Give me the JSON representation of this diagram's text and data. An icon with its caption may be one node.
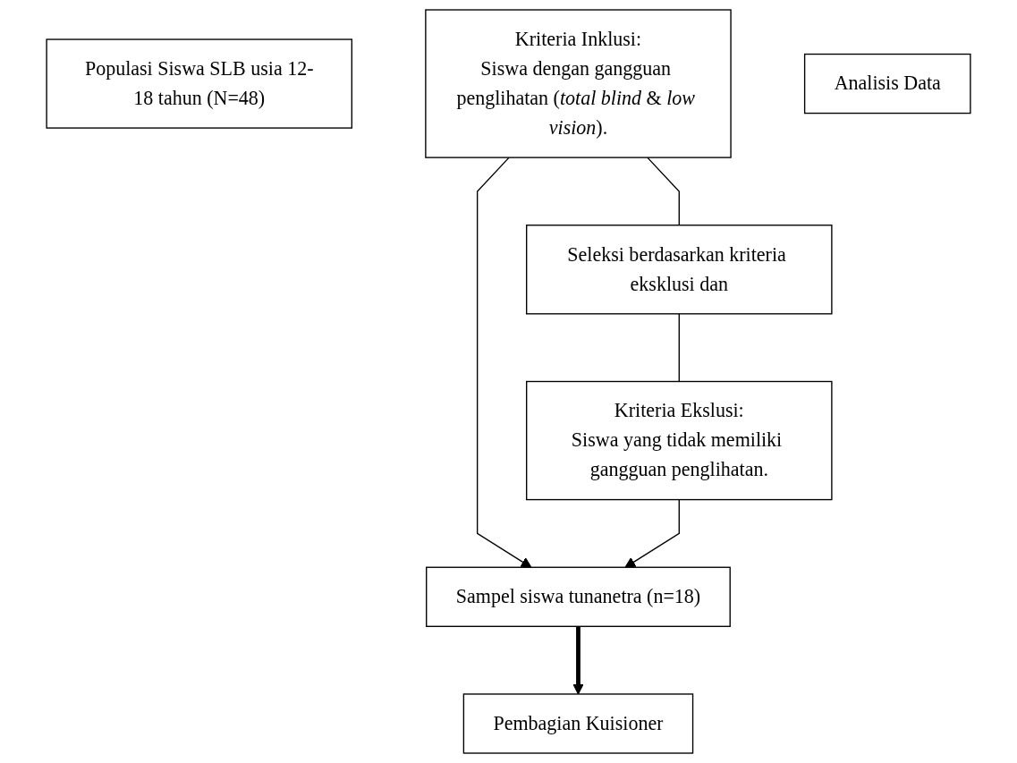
{
  "diagram": {
    "nodes": [
      {
        "text": [
          "Populasi Siswa SLB usia 12-18 tahun (N=48)"
        ]
      },
      {
        "text": [
          "Kriteria Inklusi:",
          "Siswa dengan gangguan penglihatan (*total blind* & *low vision*)."
        ]
      },
      {
        "text": [
          "Seleksi berdasarkan kriteria eksklusi dan"
        ]
      },
      {
        "text": [
          "Kriteria Ekslusi:",
          "Siswa yang tidak memiliki gangguan penglihatan."
        ]
      },
      {
        "text": [
          "Sampel siswa tunanetra (n=18)"
        ]
      },
      {
        "text": [
          "Pembagian Kuisioner"
        ]
      },
      {
        "text": [
          "Analisis Data"
        ]
      }
    ],
    "edges": [
      {
        "from": 1,
        "to": 2,
        "arrow": "none"
      },
      {
        "from": 2,
        "to": 3,
        "arrow": "none"
      },
      {
        "from": 1,
        "to": 4,
        "arrow": "to"
      },
      {
        "from": 3,
        "to": 4,
        "arrow": "to"
      },
      {
        "from": 4,
        "to": 5,
        "arrow": "to",
        "style": "thick"
      }
    ]
  }
}
